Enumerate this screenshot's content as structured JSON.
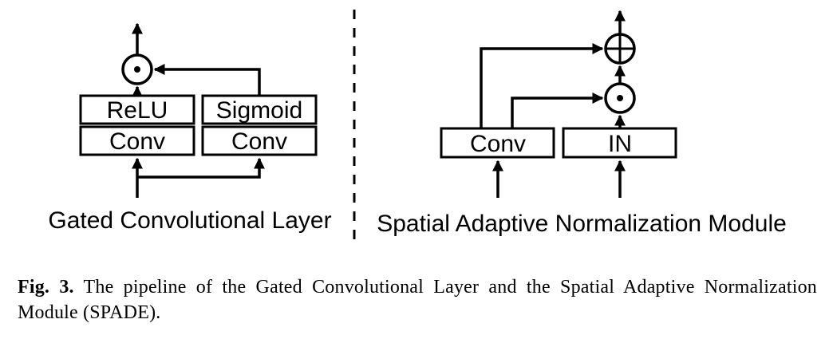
{
  "gated": {
    "title": "Gated Convolutional Layer",
    "relu_label": "ReLU",
    "conv_left_label": "Conv",
    "sigmoid_label": "Sigmoid",
    "conv_right_label": "Conv"
  },
  "spade": {
    "title": "Spatial Adaptive Normalization Module",
    "conv_label": "Conv",
    "in_label": "IN"
  },
  "caption": {
    "label": "Fig. 3.",
    "text": "The pipeline of the Gated Convolutional Layer and the Spatial Adaptive Normalization Module (SPADE)."
  }
}
